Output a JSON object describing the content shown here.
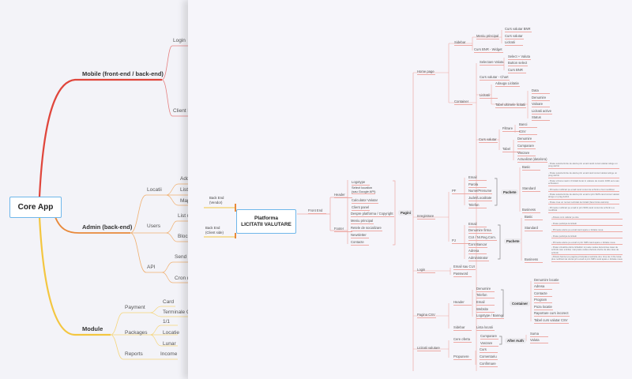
{
  "core_map": {
    "root": "Core App",
    "mobile": {
      "label": "Mobile (front-end / back-end)",
      "children": [
        "Login",
        "Client  P"
      ]
    },
    "admin": {
      "label": "Admin (back-end)",
      "locatii": {
        "label": "Locatii",
        "children": [
          "Add",
          "List l",
          "Map"
        ]
      },
      "users": {
        "label": "Users",
        "children": [
          "List u",
          "Block"
        ]
      },
      "api": {
        "label": "API",
        "children": [
          "Send n",
          "Cron n"
        ]
      }
    },
    "module": {
      "label": "Module",
      "payment": {
        "label": "Payment",
        "children": [
          "Card",
          "Terminale QR"
        ]
      },
      "packages": {
        "label": "Packages",
        "children": [
          "1/1",
          "Locatie",
          "Lunar"
        ]
      },
      "reports": {
        "label": "Reports",
        "children": [
          "Income"
        ]
      }
    }
  },
  "platform_map": {
    "root": [
      "Platforma",
      "LICITATII VALUTARE"
    ],
    "backend_vendor": [
      "Back End",
      "(Vendor)"
    ],
    "backend_client": [
      "Back End",
      "(Client side)"
    ],
    "frontend": "Front End",
    "header": {
      "label": "Header",
      "items": [
        "Logotype",
        "Select location",
        "(sau Google API)",
        "Calculator Valutar",
        "Client panel"
      ]
    },
    "footer": {
      "label": "Footer",
      "items": [
        "Despre platforma / Copyright",
        "Meniu principal",
        "Retele de socializare",
        "Newsletter",
        "Contacte"
      ]
    },
    "pagini": "Pagini",
    "home": {
      "label": "Home page",
      "sidebar": "Sidebar",
      "menu": "Meniu principal",
      "menu_items": [
        "Curs valutar BNR",
        "Curs valutar",
        "Licitatii"
      ],
      "widget": "Curs BNR - Widget",
      "container": "Container",
      "selectare": "Selectare Valuta",
      "selectare_items": [
        "Select + Valuta",
        "Button select",
        "Curs BNR"
      ],
      "chart": "Curs valutar - Chart",
      "licitatii": "Licitatii",
      "adauga": "Adauga Licitatie",
      "tabel_lic": "Tabel ultimele licitatii",
      "tabel_lic_items": [
        "Data",
        "Denumire",
        "Valoare",
        "Licitatii active",
        "Status"
      ],
      "curs": "Curs valutar",
      "filtrare": "Filtrare",
      "filtrare_items": [
        "Banci",
        "CSV"
      ],
      "tabel": "Tabel",
      "tabel_items": [
        "Denumire",
        "Cumparare",
        "Vanzare",
        "Actualizat (data/ora)"
      ]
    },
    "inregistrare": {
      "label": "Inregistrare",
      "pf": "PF",
      "pf_items": [
        "Email",
        "Parola",
        "Nume/Prenume",
        "Judet/Localitate",
        "Telefon"
      ],
      "pachete": "Pachete",
      "pf_pkgs": [
        "Basic",
        "Standard",
        "Business"
      ],
      "pf_desc": [
        "- Poate selecta limite de alerta prin email candi cursul valutar atinge un prag definit",
        "- Poate selecta limite de alerta prin email cand cursul valutar atinge un prag definit",
        "- Poate viziona maxim 3 licitatii lunar in valoare de maxim 1000 euro sau echivalent",
        "- Primeste notificari pe email cand cursul de schimb a fost modificat",
        "- Poate selecta limite de alerta prin email si prin SMS cand cursul valutar atinge un prag definit",
        "- Poate crea un numar nelimitat de licitatii (fara limita valorica)",
        "- Primeste notificari pe email si prin SMS cand cursul de schimb s-a modificat"
      ],
      "pj": "PJ",
      "pj_items": [
        "Email",
        "Denumire firma",
        "CUI / Nr.Reg.Com.",
        "Cont Bancar",
        "Adresa",
        "Administrator"
      ],
      "pj_pkgs": [
        "Basic",
        "Standard",
        "Business"
      ],
      "pj_desc": [
        "- Afisare curs valutar pe site",
        "- Poate participa la licitatii",
        "- Primeste alerte pe email cand apare o licitatie noua",
        "- Poate participa la licitatii",
        "- Primeste alerte pe email si prin SMS cand apare o licitatie noua",
        "- Poate vizualiza oferte licitatiilor si poate vedea denumirea casei de schimb care a licitat, mai poate vedea ofertele oferite de alte case de schimb",
        "- Afisare banner pe pagina principala a website-ului, timp de 2 zile lunar, plus notificari de oferta prin email si prin SMS cand apare o licitatie noua"
      ]
    },
    "login": {
      "label": "Login",
      "items": [
        "Email sau CUI",
        "Password"
      ]
    },
    "csv": {
      "label": "Pagina CSV",
      "header": "Header",
      "header_items": [
        "Denumire",
        "Telefon",
        "Email",
        "Website",
        "Logotype / Banner"
      ],
      "container": "Container",
      "container_items": [
        "Denumire locatie",
        "Adresa",
        "Contacte",
        "Program",
        "Poza locatie",
        "Raportare curs incorect",
        "Tabel curs valutar CSV"
      ],
      "sidebar": "Sidebar",
      "sidebar_items": [
        "Lista locatii"
      ]
    },
    "licitatii": {
      "label": "Licitatii valutare",
      "cere": "Cere oferta",
      "cere_items": [
        "Cumparare",
        "Vanzare"
      ],
      "after": "After Auth",
      "after_items": [
        "Suma",
        "Valuta"
      ],
      "propunere": "Propunere",
      "propunere_items": [
        "Curs",
        "Comentariu",
        "Confirmare"
      ]
    }
  },
  "colors": {
    "mobile": "#e0463c",
    "admin": "#e8893a",
    "module": "#f3c640",
    "sheet_branch": "#eda9a4",
    "node_border": "#6fb7ea"
  }
}
